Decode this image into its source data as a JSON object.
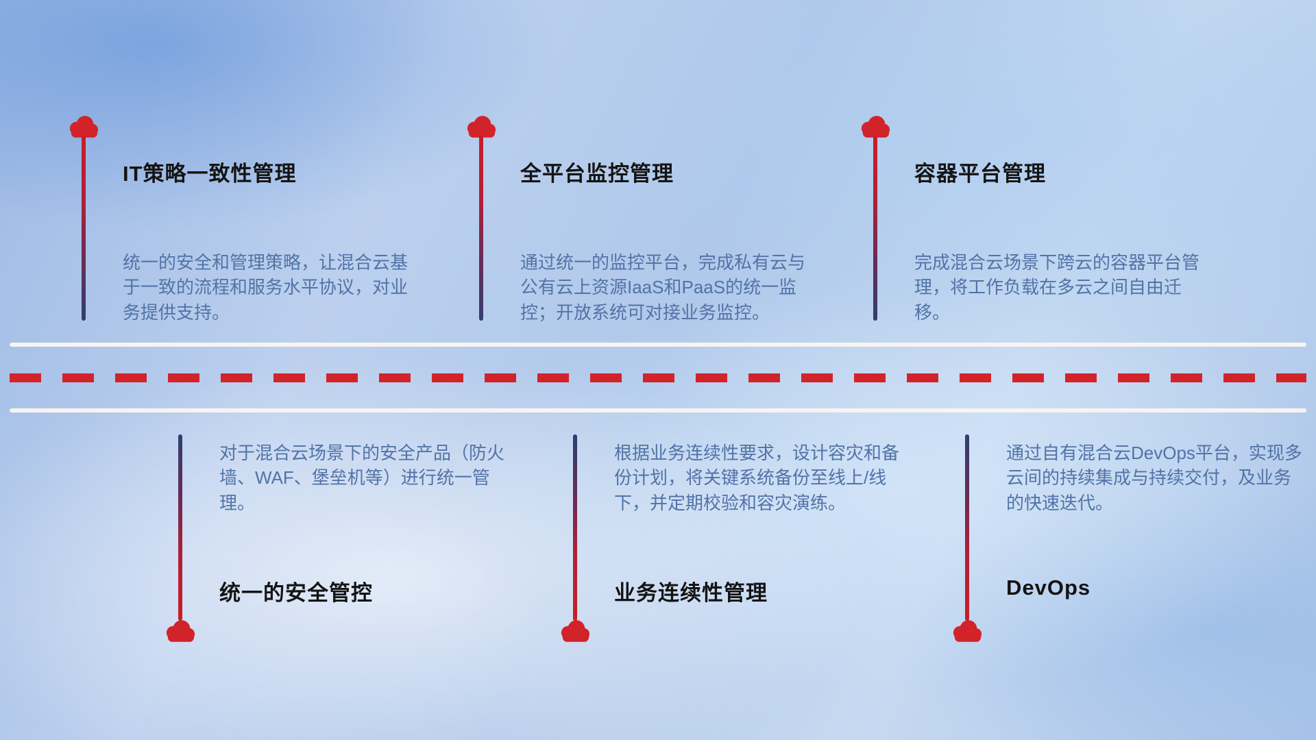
{
  "colors": {
    "accent_red": "#d2232a",
    "deep_navy": "#2e3f70",
    "body_text": "#5273a7",
    "title_text": "#141414",
    "road_white": "#f7f4f0"
  },
  "items": [
    {
      "id": "it-policy",
      "position": "top",
      "title": "IT策略一致性管理",
      "description": "统一的安全和管理策略，让混合云基于一致的流程和服务水平协议，对业务提供支持。"
    },
    {
      "id": "monitoring",
      "position": "top",
      "title": "全平台监控管理",
      "description": "通过统一的监控平台，完成私有云与公有云上资源IaaS和PaaS的统一监控；开放系统可对接业务监控。"
    },
    {
      "id": "container-platform",
      "position": "top",
      "title": "容器平台管理",
      "description": "完成混合云场景下跨云的容器平台管理，将工作负载在多云之间自由迁移。"
    },
    {
      "id": "security-control",
      "position": "bottom",
      "title": "统一的安全管控",
      "description": "对于混合云场景下的安全产品（防火墙、WAF、堡垒机等）进行统一管理。"
    },
    {
      "id": "business-continuity",
      "position": "bottom",
      "title": "业务连续性管理",
      "description": "根据业务连续性要求，设计容灾和备份计划，将关键系统备份至线上/线下，并定期校验和容灾演练。"
    },
    {
      "id": "devops",
      "position": "bottom",
      "title": "DevOps",
      "description": "通过自有混合云DevOps平台，实现多云间的持续集成与持续交付，及业务的快速迭代。"
    }
  ]
}
